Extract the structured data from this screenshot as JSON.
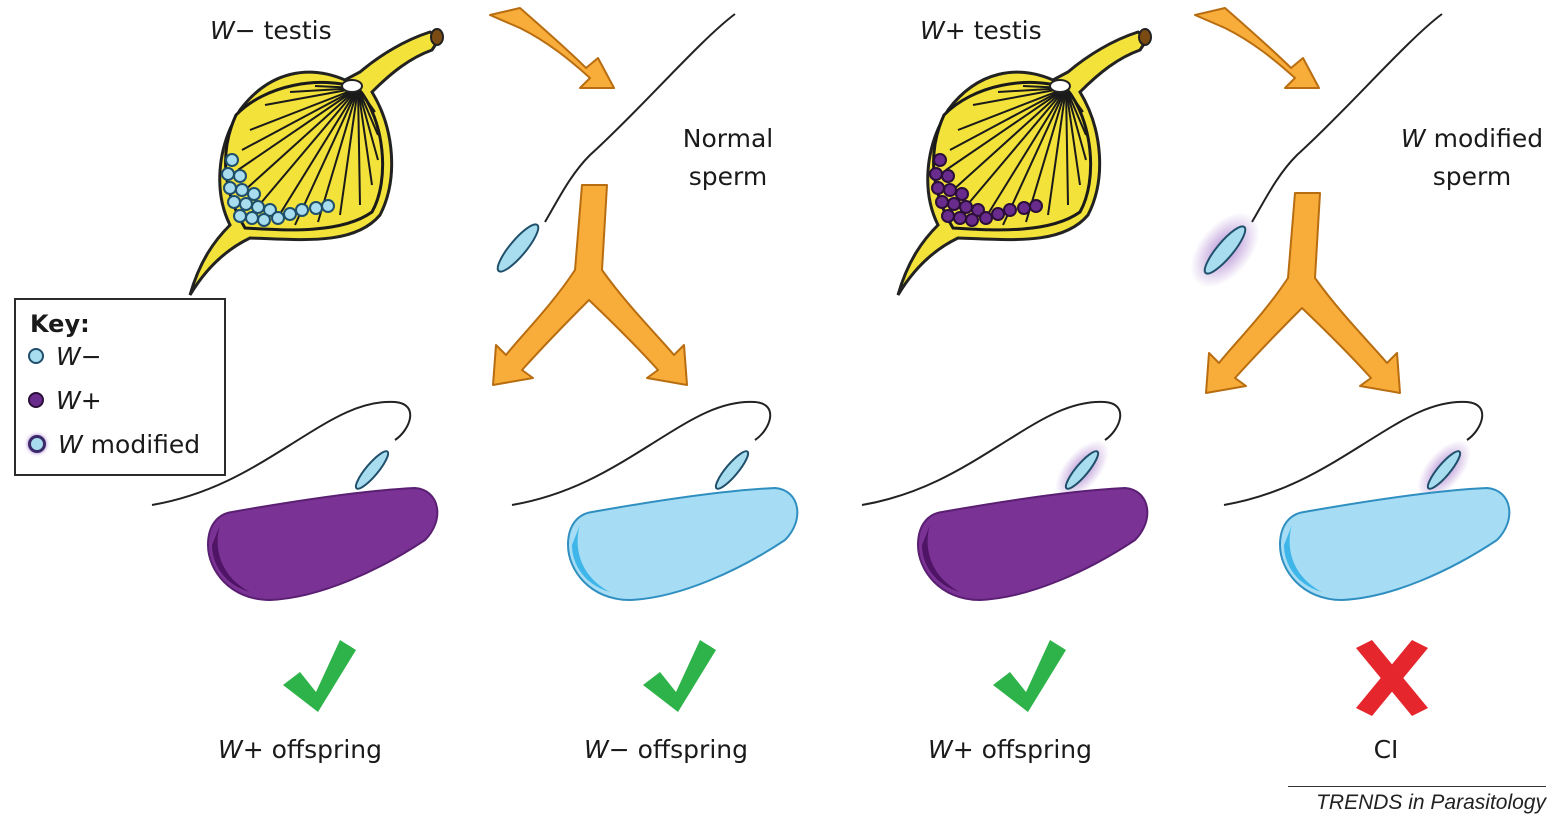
{
  "labels": {
    "testis_minus": {
      "symbol": "W",
      "rest": "− testis"
    },
    "testis_plus": {
      "symbol": "W",
      "rest": "+ testis"
    },
    "normal_sperm_line1": "Normal",
    "normal_sperm_line2": "sperm",
    "modified_sperm_symbol": "W",
    "modified_sperm_line1_rest": " modified",
    "modified_sperm_line2": "sperm"
  },
  "key": {
    "title": "Key:",
    "items": [
      {
        "symbol": "W",
        "rest": "−",
        "color": "#a8dcef"
      },
      {
        "symbol": "W",
        "rest": "+",
        "color": "#6a2c8c"
      },
      {
        "symbol": "W",
        "rest": " modified",
        "color": "#3a2a6a"
      }
    ]
  },
  "outcomes": [
    {
      "mark": "check",
      "symbol": "W",
      "rest": "+ offspring"
    },
    {
      "mark": "check",
      "symbol": "W",
      "rest": "− offspring"
    },
    {
      "mark": "check",
      "symbol": "W",
      "rest": "+ offspring"
    },
    {
      "mark": "cross",
      "symbol": "",
      "rest": "CI"
    }
  ],
  "credit": "TRENDS in Parasitology",
  "colors": {
    "testis_yellow": "#f2e23a",
    "arrow_orange": "#f8ad3a",
    "egg_purple": "#7a3394",
    "egg_blue": "#a6dcf4",
    "check_green": "#2eb34a",
    "cross_red": "#e5262d",
    "modified_glow": "#a070c8"
  }
}
